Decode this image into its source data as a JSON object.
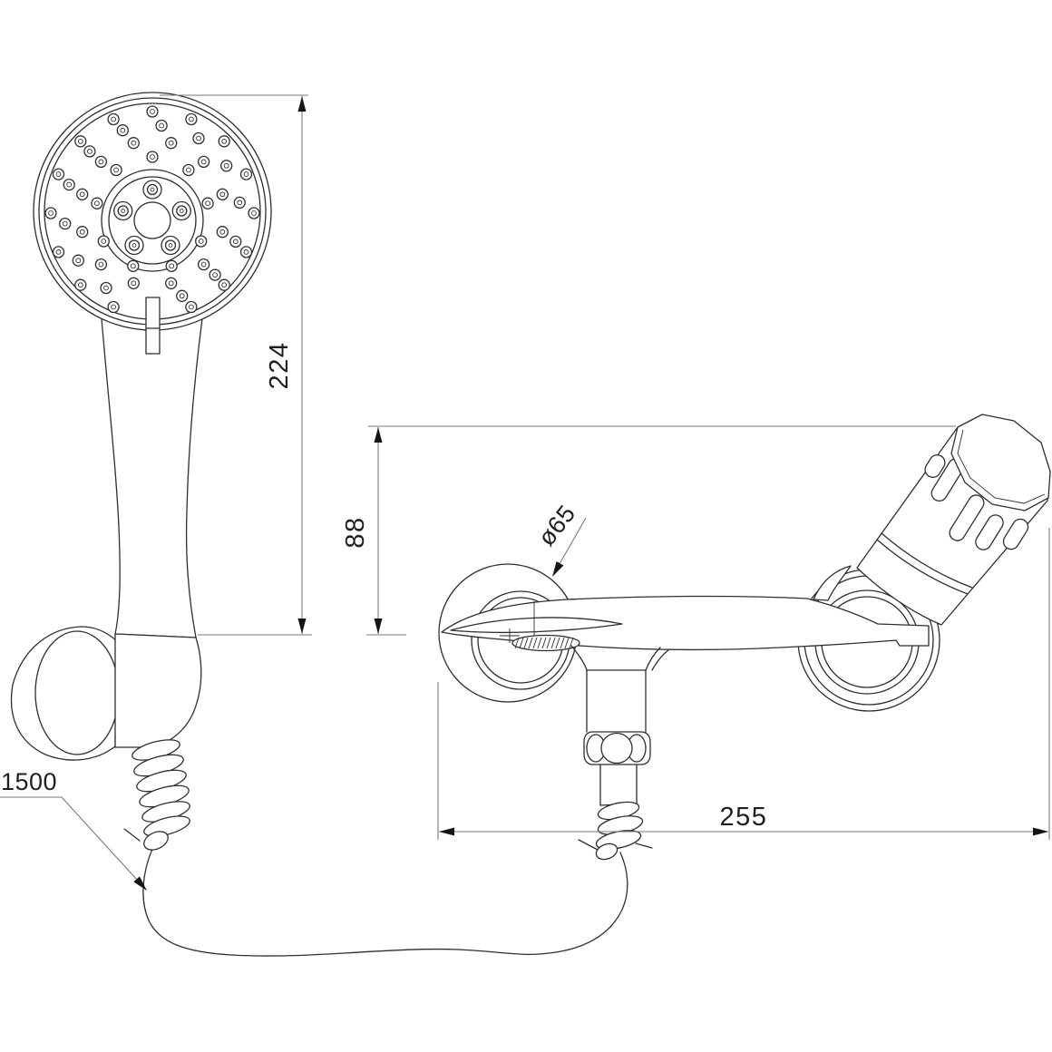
{
  "canvas": {
    "background": "#ffffff",
    "line_color": "#2e2e2e",
    "dimension_line_color": "#7a7a7a",
    "text_color": "#1f1f1f"
  },
  "dimensions": {
    "shower_head_length": "224",
    "mixer_height": "88",
    "flange_diameter": "ø65",
    "mixer_width": "255",
    "hose_length": "1500"
  },
  "parts": [
    "shower-head",
    "shower-handle",
    "wall-bracket",
    "hose-guard-spring",
    "shower-hose",
    "mixer-body",
    "mixer-handle-knob",
    "wall-flange-left",
    "wall-flange-right",
    "spout-stem",
    "hex-nut",
    "outlet-spring",
    "diverter-knurl"
  ]
}
